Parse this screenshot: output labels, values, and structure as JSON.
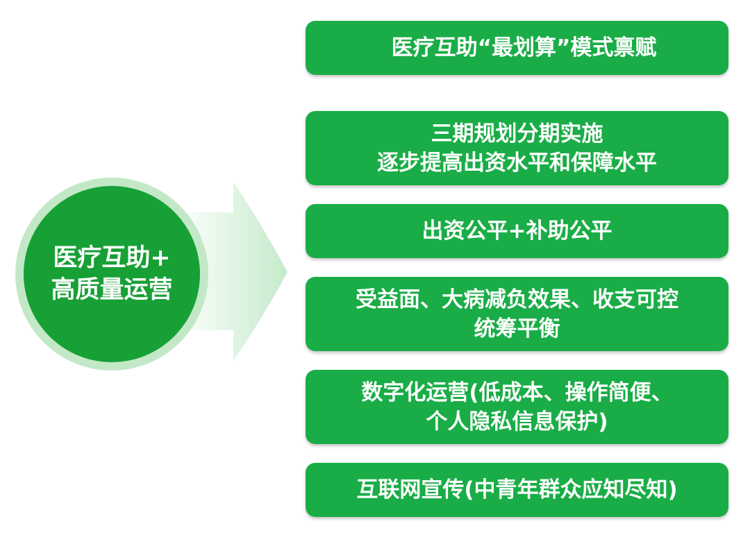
{
  "center": {
    "lines": [
      "医疗互助+",
      "高质量运营"
    ]
  },
  "boxes": [
    {
      "lines": [
        "医疗互助“最划算”模式禀赋"
      ]
    },
    {
      "lines": [
        "三期规划分期实施",
        "逐步提高出资水平和保障水平"
      ]
    },
    {
      "lines": [
        "出资公平+补助公平"
      ]
    },
    {
      "lines": [
        "受益面、大病减负效果、收支可控",
        "统筹平衡"
      ]
    },
    {
      "lines": [
        "数字化运营(低成本、操作简便、",
        "个人隐私信息保护)"
      ]
    },
    {
      "lines": [
        "互联网宣传(中青年群众应知尽知)"
      ]
    }
  ],
  "colors": {
    "box_fill": "#1aad47",
    "circle_fill": "#17a035",
    "circle_ring": "#c3e8c7",
    "arrow_start": "#ffffff",
    "arrow_end": "#c6eacb"
  }
}
